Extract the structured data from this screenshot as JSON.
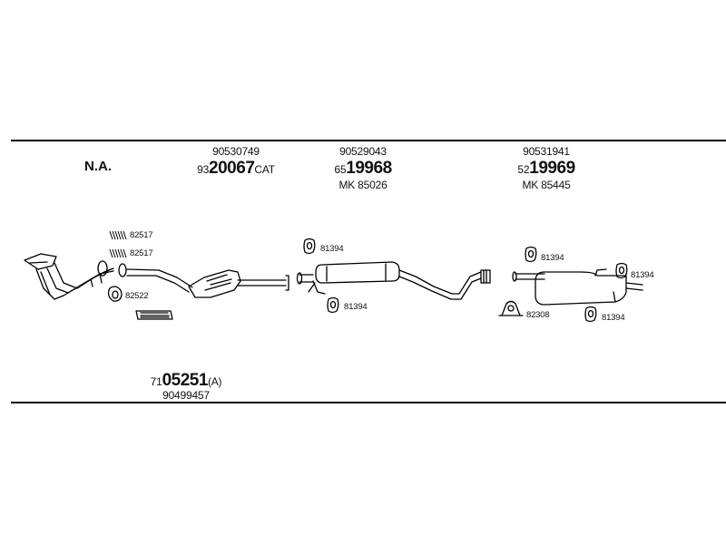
{
  "header": {
    "na_label": "N.A."
  },
  "groups": [
    {
      "top_code": "90530749",
      "prefix": "93",
      "main": "20067",
      "suffix": "CAT",
      "mk": ""
    },
    {
      "top_code": "90529043",
      "prefix": "65",
      "main": "19968",
      "suffix": "",
      "mk": "MK 85026"
    },
    {
      "top_code": "90531941",
      "prefix": "52",
      "main": "19969",
      "suffix": "",
      "mk": "MK 85445"
    }
  ],
  "parts": {
    "p1": "82517",
    "p2": "82517",
    "p3": "82522",
    "p4": "81394",
    "p5": "81394",
    "p6": "81394",
    "p7": "81394",
    "p8": "82308",
    "p9": "81394"
  },
  "footer": {
    "prefix": "71",
    "main": "05251",
    "suffix": "(A)",
    "code": "90499457"
  }
}
